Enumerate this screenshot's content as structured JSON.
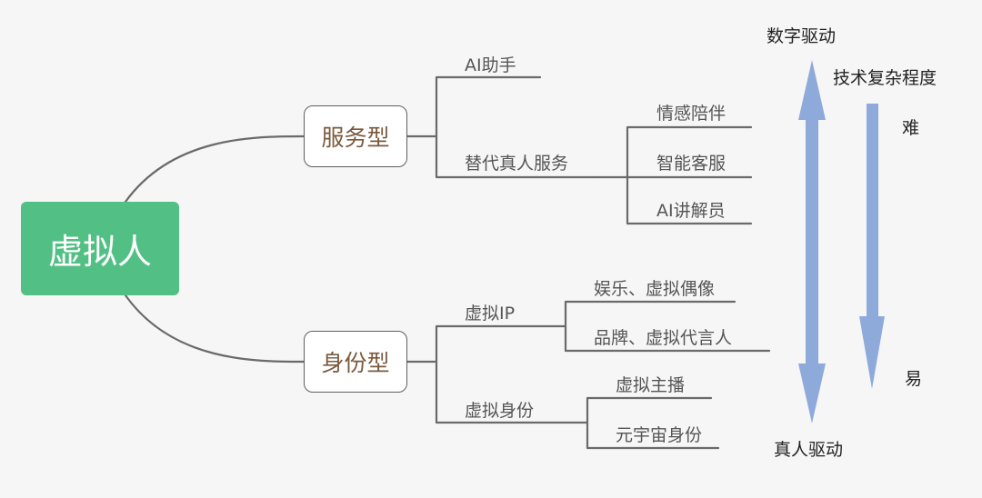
{
  "root": "虚拟人",
  "branches": {
    "service": {
      "label": "服务型",
      "children": {
        "ai_assistant": "AI助手",
        "replace_human": {
          "label": "替代真人服务",
          "items": [
            "情感陪伴",
            "智能客服",
            "AI讲解员"
          ]
        }
      }
    },
    "identity": {
      "label": "身份型",
      "children": {
        "virtual_ip": {
          "label": "虚拟IP",
          "items": [
            "娱乐、虚拟偶像",
            "品牌、虚拟代言人"
          ]
        },
        "virtual_identity": {
          "label": "虚拟身份",
          "items": [
            "虚拟主播",
            "元宇宙身份"
          ]
        }
      }
    }
  },
  "indicators": {
    "drive_top": "数字驱动",
    "drive_bottom": "真人驱动",
    "complexity_title": "技术复杂程度",
    "hard": "难",
    "easy": "易",
    "arrow_color": "#8eaadb"
  },
  "colors": {
    "root_fill": "#52c085",
    "line": "#6a6a6a",
    "branch_text": "#7a5a3c",
    "background": "#f6f6f6"
  }
}
